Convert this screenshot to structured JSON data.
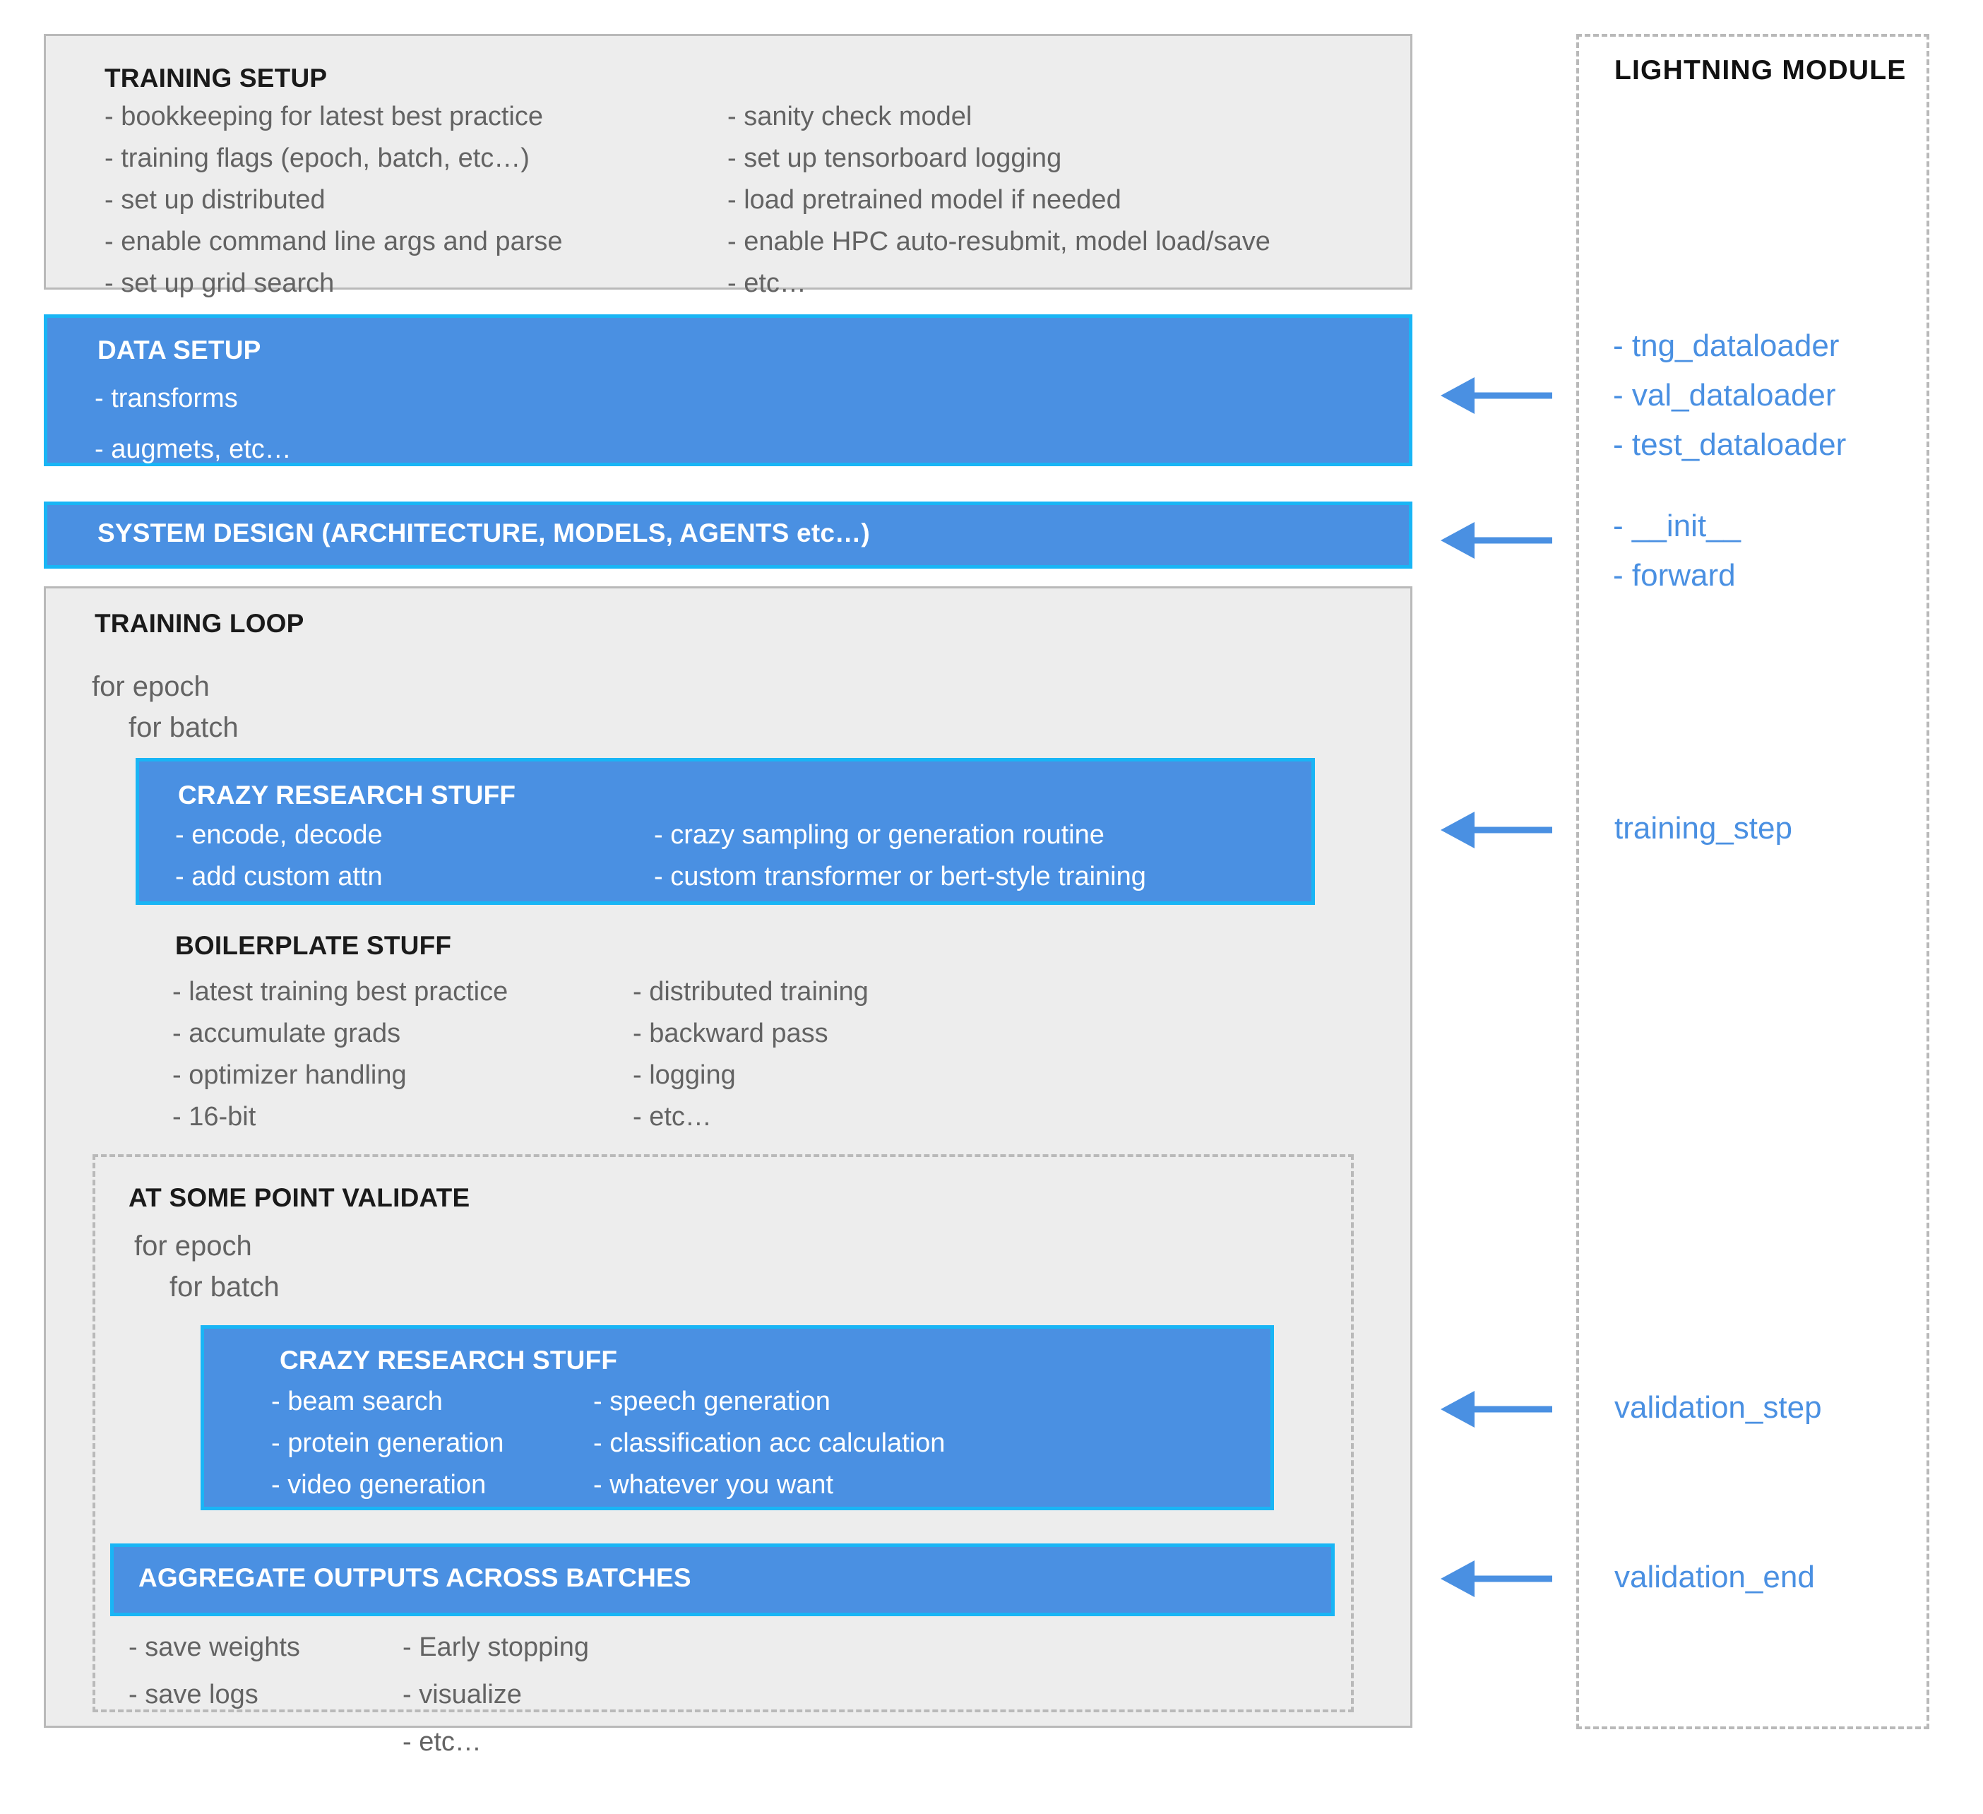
{
  "diagram": {
    "title": "PyTorch Lightning Module mapping",
    "colors": {
      "blue_fill": "#4a90e2",
      "blue_border": "#19b5f5",
      "gray_fill": "#ededed",
      "gray_border": "#b9b9b9",
      "text_gray": "#636363",
      "text_dark": "#1a1a1a",
      "link_blue": "#4a90e2"
    }
  },
  "training_setup": {
    "title": "TRAINING SETUP",
    "left_items": [
      "- bookkeeping for latest best practice",
      "- training flags (epoch, batch, etc…)",
      "- set up distributed",
      "- enable command line args and parse",
      "- set up grid search"
    ],
    "right_items": [
      "- sanity check model",
      "- set up tensorboard logging",
      "- load pretrained model if needed",
      "- enable HPC auto-resubmit, model load/save",
      "- etc…"
    ]
  },
  "data_setup": {
    "title": "DATA SETUP",
    "items": [
      "- transforms",
      "- augmets, etc…"
    ]
  },
  "system_design": {
    "title": "SYSTEM DESIGN (ARCHITECTURE, MODELS, AGENTS etc…)"
  },
  "training_loop": {
    "title": "TRAINING LOOP",
    "loop_lines": [
      "for epoch",
      "for batch"
    ],
    "crazy_research": {
      "title": "CRAZY RESEARCH STUFF",
      "left_items": [
        "- encode, decode",
        "- add custom attn"
      ],
      "right_items": [
        "- crazy sampling or generation routine",
        "- custom transformer or bert-style training"
      ]
    },
    "boilerplate": {
      "title": "BOILERPLATE STUFF",
      "left_items": [
        "- latest training best practice",
        "- accumulate grads",
        "- optimizer handling",
        "- 16-bit"
      ],
      "right_items": [
        "- distributed training",
        "- backward pass",
        "- logging",
        "- etc…"
      ]
    },
    "validate": {
      "title": "AT SOME POINT VALIDATE",
      "loop_lines": [
        "for epoch",
        "for batch"
      ],
      "crazy_research": {
        "title": "CRAZY RESEARCH STUFF",
        "left_items": [
          "- beam search",
          "- protein generation",
          "- video generation"
        ],
        "right_items": [
          "- speech generation",
          "- classification acc calculation",
          "- whatever you want"
        ]
      },
      "aggregate": {
        "title": "AGGREGATE OUTPUTS ACROSS BATCHES"
      },
      "outputs": {
        "left_items": [
          "- save weights",
          "- save logs"
        ],
        "right_items": [
          "- Early stopping",
          "- visualize",
          "- etc…"
        ]
      }
    }
  },
  "lightning_module": {
    "title": "LIGHTNING MODULE",
    "dataloader_items": [
      "- tng_dataloader",
      "- val_dataloader",
      "- test_dataloader"
    ],
    "model_items": [
      "- __init__",
      "- forward"
    ],
    "hooks": [
      {
        "label": "training_step"
      },
      {
        "label": "validation_step"
      },
      {
        "label": "validation_end"
      }
    ]
  },
  "arrows": {
    "icon": "arrow-left-icon",
    "count": 5
  }
}
